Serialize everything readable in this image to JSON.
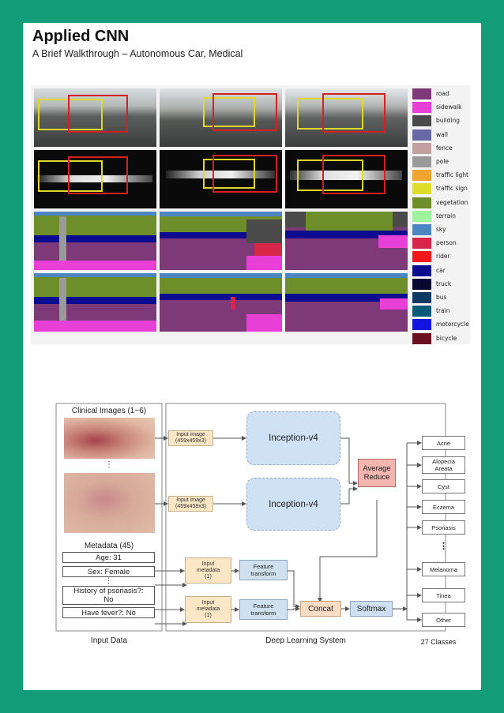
{
  "header": {
    "title": "Applied CNN",
    "subtitle": "A Brief Walkthrough – Autonomous Car, Medical"
  },
  "segmentation_figure": {
    "legend": [
      {
        "label": "road",
        "color": "#7e3a78"
      },
      {
        "label": "sidewalk",
        "color": "#e83fd6"
      },
      {
        "label": "building",
        "color": "#4a4a4a"
      },
      {
        "label": "wall",
        "color": "#6868a6"
      },
      {
        "label": "fence",
        "color": "#c2a0a0"
      },
      {
        "label": "pole",
        "color": "#9a9a9a"
      },
      {
        "label": "traffic light",
        "color": "#f0a530"
      },
      {
        "label": "traffic sign",
        "color": "#dedd2a"
      },
      {
        "label": "vegetation",
        "color": "#6e8e2a"
      },
      {
        "label": "terrain",
        "color": "#9ef59e"
      },
      {
        "label": "sky",
        "color": "#4b86c2"
      },
      {
        "label": "person",
        "color": "#d8264a"
      },
      {
        "label": "rider",
        "color": "#f01818"
      },
      {
        "label": "car",
        "color": "#0c0c90"
      },
      {
        "label": "truck",
        "color": "#080830"
      },
      {
        "label": "bus",
        "color": "#0c3a62"
      },
      {
        "label": "train",
        "color": "#0c5a7a"
      },
      {
        "label": "motorcycle",
        "color": "#1414e0"
      },
      {
        "label": "bicycle",
        "color": "#6a1020"
      }
    ]
  },
  "medical_figure": {
    "input_section": {
      "images_title": "Clinical Images (1~6)",
      "ellipsis": "⋮",
      "metadata_title": "Metadata (45)",
      "fields": [
        "Age: 31",
        "Sex: Female",
        "⋮",
        "History of psoriasis?:\nNo",
        "Have fever?: No"
      ],
      "caption": "Input Data"
    },
    "system": {
      "input_image_labels": [
        "Input image\n(459x459x3)",
        "Input image\n(459x459x3)"
      ],
      "inception_labels": [
        "Inception-v4",
        "Inception-v4"
      ],
      "average_reduce": "Average\nReduce",
      "input_metadata_labels": [
        "Input\nmetadata\n(1)",
        "Input\nmetadata\n(1)"
      ],
      "feature_transform_labels": [
        "Feature\ntransform",
        "Feature\ntransform"
      ],
      "concat": "Concat",
      "softmax": "Softmax",
      "caption": "Deep Learning System"
    },
    "classes": {
      "items": [
        "Acne",
        "Alopecia\nAreata",
        "Cyst",
        "Eczema",
        "Psoriasis",
        "⋮",
        "Melanoma",
        "Tinea",
        "Other"
      ],
      "caption": "27 Classes"
    }
  }
}
